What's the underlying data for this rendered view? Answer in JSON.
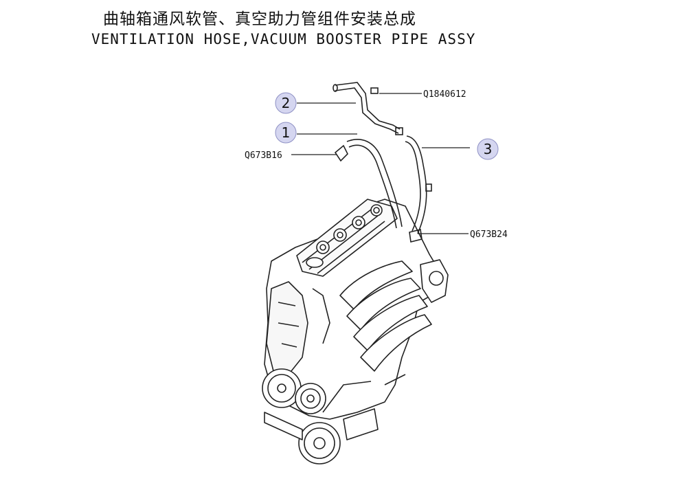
{
  "title": {
    "cn": "曲轴箱通风软管、真空助力管组件安装总成",
    "en": "VENTILATION HOSE,VACUUM BOOSTER PIPE ASSY"
  },
  "callouts": [
    {
      "id": "c2",
      "number": "2"
    },
    {
      "id": "c1",
      "number": "1"
    },
    {
      "id": "c3",
      "number": "3"
    }
  ],
  "part_codes": {
    "top": "Q1840612",
    "left": "Q673B16",
    "right": "Q673B24"
  },
  "colors": {
    "bubble_fill": "#d5d6f0",
    "bubble_stroke": "#8e90c4",
    "line": "#222222"
  }
}
